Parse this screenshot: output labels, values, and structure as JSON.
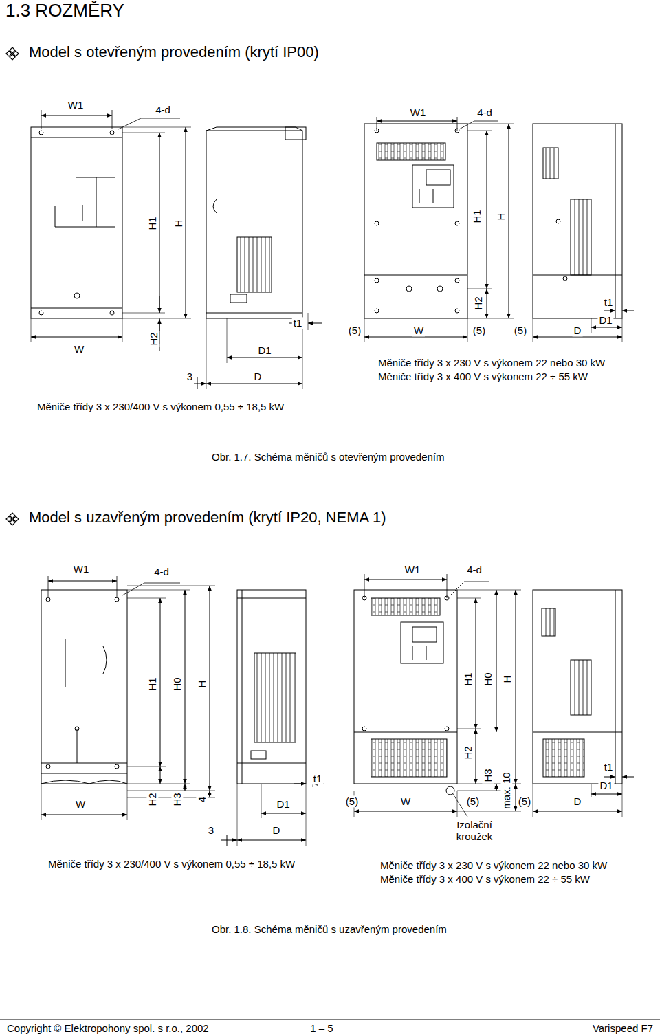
{
  "diagram": {
    "title": "1.3 ROZMĚRY",
    "labels": [
      "Model s otevřeným provedením (krytí IP00)",
      "W1",
      "4-d",
      "H1",
      "H",
      "W",
      "H2",
      "3",
      "D1",
      "D",
      "t1",
      "W1",
      "4-d",
      "H1",
      "H",
      "H2",
      "t1",
      "D1",
      "(5)",
      "W",
      "(5)",
      "(5)",
      "D",
      "Měniče třídy 3 x 230 V s výkonem 22 nebo 30 kW",
      "Měniče třídy 3 x 400 V s výkonem 22 ÷ 55 kW",
      "Měniče třídy 3 x 230/400 V s výkonem 0,55 ÷ 18,5 kW",
      "Obr. 1.7. Schéma měničů s otevřeným provedením",
      "Model s uzavřeným provedením (krytí IP20, NEMA 1)",
      "W1",
      "4-d",
      "H1",
      "H0",
      "H",
      "W",
      "H2",
      "H3",
      "4",
      "3",
      "D1",
      "D",
      "t1",
      "W1",
      "4-d",
      "H1",
      "H0",
      "H",
      "H2",
      "t1",
      "D1",
      "(5)",
      "W",
      "(5)",
      "H3",
      "max. 10",
      "(5)",
      "D",
      "Izolační kroužek",
      "Měniče třídy 3 x 230/400 V s výkonem 0,55 ÷ 18,5 kW",
      "Měniče třídy 3 x 230 V s výkonem 22 nebo 30 kW",
      "Měniče třídy 3 x 400 V s výkonem 22 ÷ 55 kW",
      "Obr. 1.8. Schéma měničů s uzavřeným provedením",
      "Copyright © Elektropohony spol. s r.o., 2002",
      "1 – 5",
      "Varispeed F7"
    ]
  }
}
